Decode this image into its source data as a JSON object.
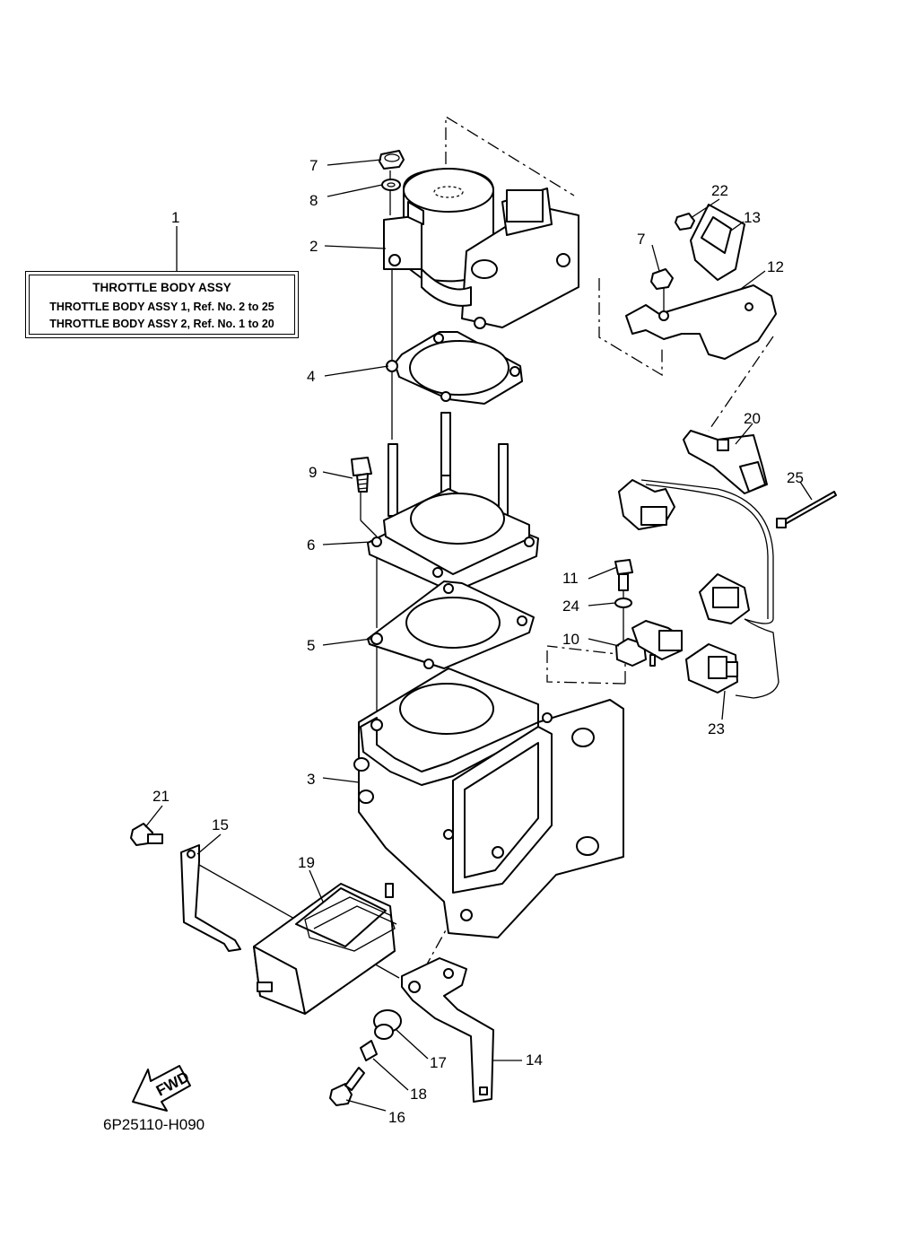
{
  "legend": {
    "title": "THROTTLE BODY ASSY",
    "line1": "THROTTLE BODY ASSY 1,  Ref. No. 2 to 25",
    "line2": "THROTTLE BODY ASSY 2,  Ref. No. 1 to 20"
  },
  "figure_code": "6P25110-H090",
  "fwd_label": "FWD",
  "callouts": [
    "1",
    "2",
    "3",
    "4",
    "5",
    "6",
    "7",
    "7",
    "8",
    "9",
    "10",
    "11",
    "12",
    "13",
    "14",
    "15",
    "16",
    "17",
    "18",
    "19",
    "20",
    "21",
    "22",
    "23",
    "24",
    "25"
  ]
}
